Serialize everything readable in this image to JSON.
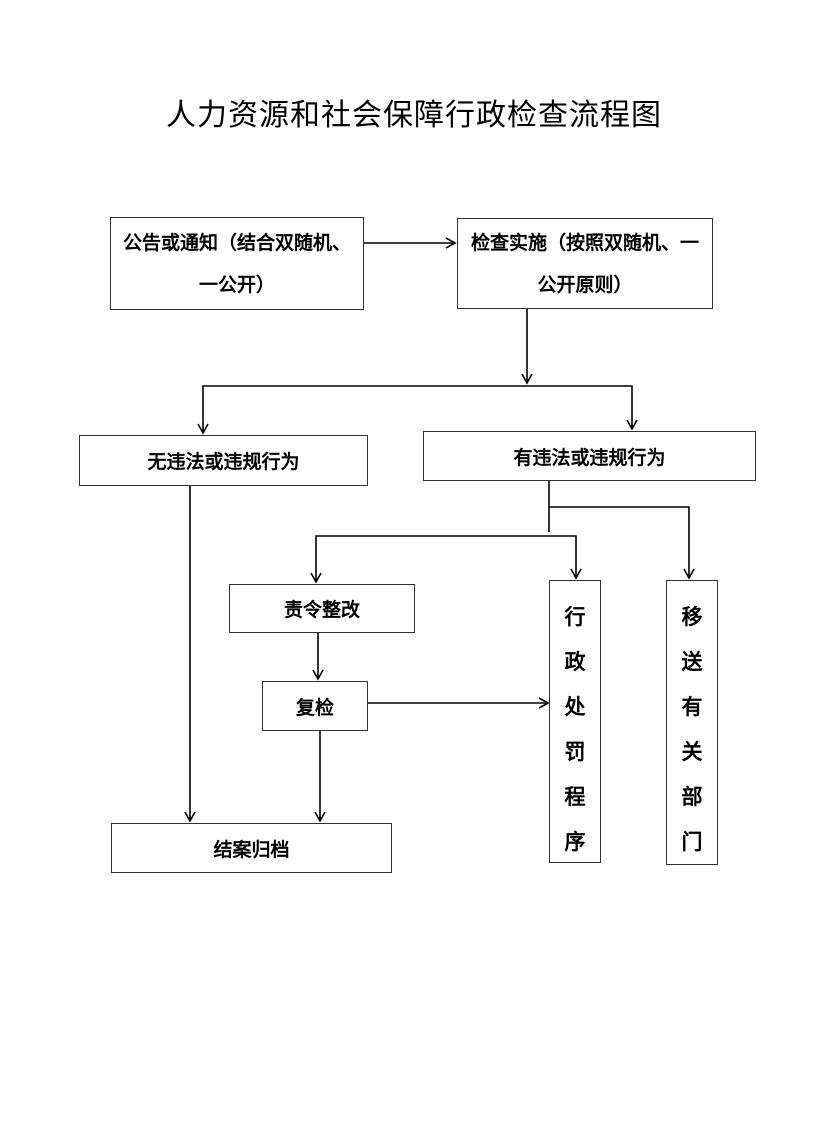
{
  "title": "人力资源和社会保障行政检查流程图",
  "nodes": {
    "notice": "公告或通知（结合双随机、一公开）",
    "inspect": "检查实施（按照双随机、一公开原则）",
    "no_violation": "无违法或违规行为",
    "violation": "有违法或违规行为",
    "rectify": "责令整改",
    "recheck": "复检",
    "close": "结案归档",
    "penalty": [
      "行",
      "政",
      "处",
      "罚",
      "程",
      "序"
    ],
    "transfer": [
      "移",
      "送",
      "有",
      "关",
      "部",
      "门"
    ]
  },
  "colors": {
    "line": "#000000",
    "border": "#333333",
    "background": "#ffffff"
  }
}
